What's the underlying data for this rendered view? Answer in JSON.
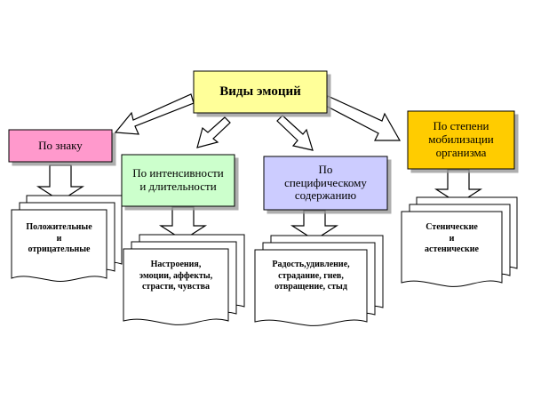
{
  "diagram": {
    "title": "Виды эмоций",
    "colors": {
      "title": "#ffff99",
      "sign": "#ff99cc",
      "intensity": "#ccffcc",
      "content": "#ccccff",
      "mobilization": "#ffcc00"
    },
    "categories": [
      {
        "id": "sign",
        "label": "По знаку",
        "examples": "Положительные\nи\nотрицательные"
      },
      {
        "id": "intensity",
        "label": "По интенсивности\nи длительности",
        "examples": "Настроения,\nэмоции, аффекты,\nстрасти, чувства"
      },
      {
        "id": "content",
        "label": "По\nспецифическому\nсодержанию",
        "examples": "Радость,удивление,\nстрадание, гнев,\nотвращение, стыд"
      },
      {
        "id": "mobilization",
        "label": "По степени\nмобилизации\nорганизма",
        "examples": "Стенические\nи\nастенические"
      }
    ]
  }
}
